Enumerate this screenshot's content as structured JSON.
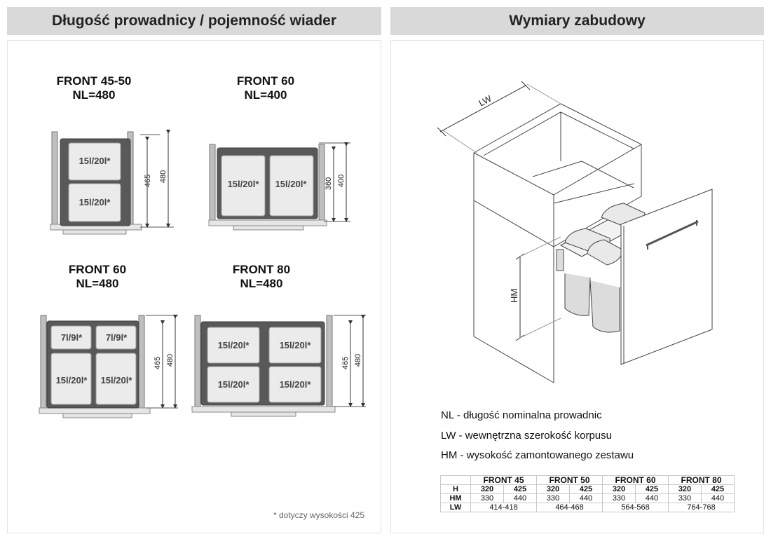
{
  "headers": {
    "left": "Długość prowadnicy / pojemność wiader",
    "right": "Wymiary zabudowy"
  },
  "configs": [
    {
      "front": "FRONT 45-50",
      "nl": "NL=480",
      "buckets": [
        "15l/20l*",
        "15l/20l*"
      ],
      "dims": [
        "465",
        "480"
      ]
    },
    {
      "front": "FRONT 60",
      "nl": "NL=400",
      "buckets": [
        "15l/20l*",
        "15l/20l*"
      ],
      "dims": [
        "360",
        "400"
      ]
    },
    {
      "front": "FRONT 60",
      "nl": "NL=480",
      "buckets": [
        "7l/9l*",
        "7l/9l*",
        "15l/20l*",
        "15l/20l*"
      ],
      "dims": [
        "465",
        "480"
      ]
    },
    {
      "front": "FRONT 80",
      "nl": "NL=480",
      "buckets": [
        "15l/20l*",
        "15l/20l*",
        "15l/20l*",
        "15l/20l*"
      ],
      "dims": [
        "465",
        "480"
      ]
    }
  ],
  "footnote": "* dotyczy wysokości 425",
  "cabinet_labels": {
    "lw": "LW",
    "hm": "HM"
  },
  "legend": [
    "NL - długość nominalna prowadnic",
    "LW - wewnętrzna szerokość korpusu",
    "HM - wysokość zamontowanego zestawu"
  ],
  "table": {
    "fronts": [
      "FRONT 45",
      "FRONT 50",
      "FRONT 60",
      "FRONT 80"
    ],
    "rows": [
      {
        "label": "H",
        "cells": [
          "320",
          "425",
          "320",
          "425",
          "320",
          "425",
          "320",
          "425"
        ]
      },
      {
        "label": "HM",
        "cells": [
          "330",
          "440",
          "330",
          "440",
          "330",
          "440",
          "330",
          "440"
        ]
      }
    ],
    "lw_label": "LW",
    "lw": [
      "414-418",
      "464-468",
      "564-568",
      "764-768"
    ]
  }
}
